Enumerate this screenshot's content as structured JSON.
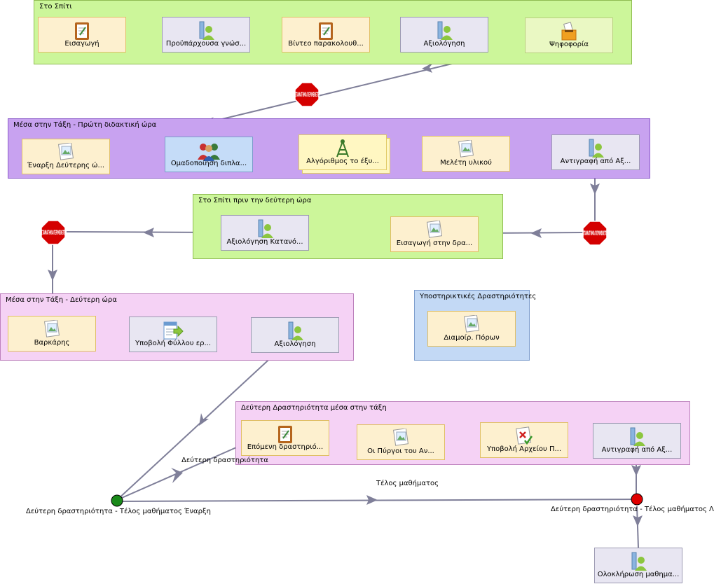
{
  "groups": {
    "home": "Στο Σπίτι",
    "class1": "Μέσα στην Τάξη - Πρώτη διδακτική ώρα",
    "home2": "Στο Σπίτι πριν την δεύτερη ώρα",
    "class2": "Μέσα στην Τάξη - Δεύτερη ώρα",
    "support": "Υποστηρικτικές Δραστηριότητες",
    "second": "Δεύτερη Δραστηριότητα μέσα στην τάξη"
  },
  "activities": {
    "a1": "Εισαγωγή",
    "a2": "Προϋπάρχουσα γνώσ...",
    "a3": "Βίντεο παρακολουθ...",
    "a4": "Αξιολόγηση",
    "a5": "Ψηφοφορία",
    "b1": "Έναρξη Δεύτερης ώ...",
    "b2": "Ομαδοποίηση διπλα...",
    "b3": "Αλγόριθμος το έξυ...",
    "b4": "Μελέτη υλικού",
    "b5": "Αντιγραφή από Αξ...",
    "c1": "Αξιολόγηση Κατανό...",
    "c2": "Εισαγωγή στην δρα...",
    "d1": "Βαρκάρης",
    "d2": "Υποβολή Φύλλου ερ...",
    "d3": "Αξιολόγηση",
    "s1": "Διαμοίρ. Πόρων",
    "e1": "Επόμενη δραστηριό...",
    "e2": "Οι Πύργοι του Αν...",
    "e3": "Υποβολή Αρχείου Π...",
    "e4": "Αντιγραφή από Αξ...",
    "f1": "Ολοκλήρωση μαθημα..."
  },
  "stop_label": "ΣΤΑΜΑΤΗΜΑ ΠΕΡΙΜΕΝΕΤΕ",
  "branch": {
    "start_label": "Δεύτερη δραστηριότητα - Τέλος μαθήματος Έναρξη",
    "end_label": "Δεύτερη δραστηριότητα - Τέλος μαθήματος Λήξη",
    "path_second": "Δεύτερη δραστηριότητα",
    "path_end": "Τέλος μαθήματος"
  },
  "colors": {
    "arrow": "#7f7f99",
    "start_node": "#1a8a1a",
    "end_node": "#e00000",
    "stop_sign": "#d40000"
  }
}
